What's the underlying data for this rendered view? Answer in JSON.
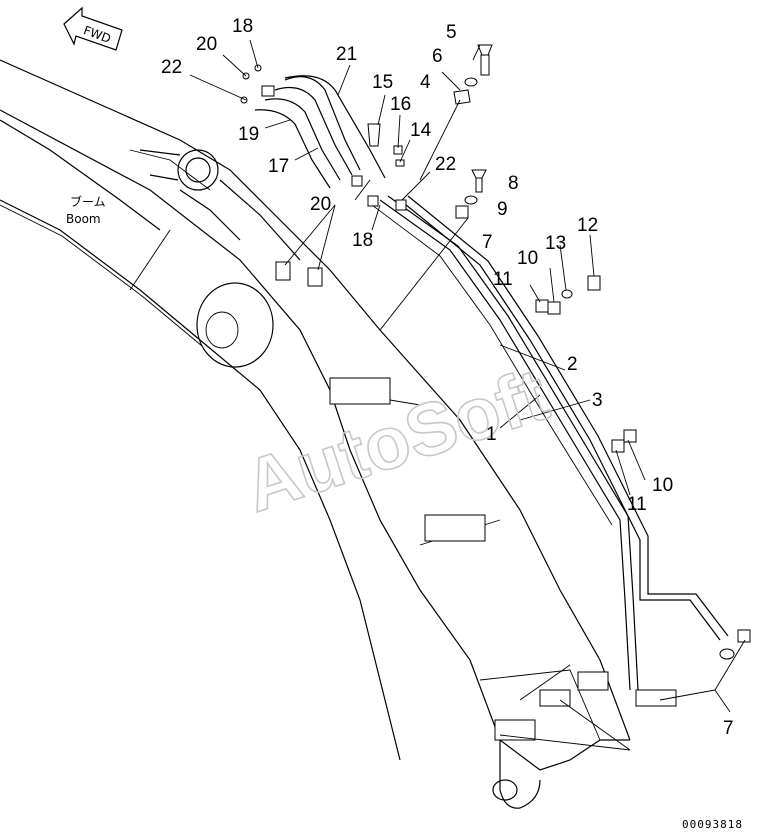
{
  "direction_tag": "FWD",
  "boom_label_jp": "ブーム",
  "boom_label_en": "Boom",
  "watermark": "AutoSoft",
  "drawing_code": "00093818",
  "callouts": {
    "c1": "1",
    "c2": "2",
    "c3": "3",
    "c4": "4",
    "c5": "5",
    "c6": "6",
    "c7a": "7",
    "c7b": "7",
    "c8": "8",
    "c9": "9",
    "c10a": "10",
    "c10b": "10",
    "c11a": "11",
    "c11b": "11",
    "c12": "12",
    "c13": "13",
    "c14": "14",
    "c15": "15",
    "c16": "16",
    "c17": "17",
    "c18a": "18",
    "c18b": "18",
    "c19": "19",
    "c20a": "20",
    "c20b": "20",
    "c21": "21",
    "c22a": "22",
    "c22b": "22"
  }
}
